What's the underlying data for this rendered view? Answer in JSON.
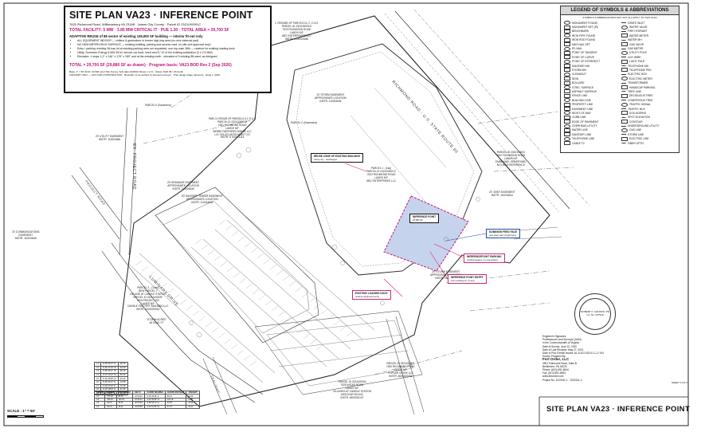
{
  "title_block": {
    "title": "SITE PLAN VA23  ·  INFERENCE POINT",
    "address": "7620 Richmond Road, Williamsburg VA 23188 · James City County · Parcel ID 2321100001C",
    "stats": "TOTAL FACILITY: 5 MW · 3.85 MW CRITICAL IT · PUE 1.30 · TOTAL AREA = 29,700 SF",
    "reuse_head": "ADAPTIVE REUSE of 88 sector of existing 135,000 SF building — interior fit-out only",
    "bullets": [
      "ALL EQUIPMENT INDOOR — chillers & generators in former high-bay area (no new external pad)",
      "NO NEW IMPERVIOUS SURFACE — existing building, parking and access road, no site-civil approval req'd",
      "Entry / parking: existing 36-bay lot at existing parking area not requested; use top main 36th — reserve for existing loading dock",
      "Utility: Dominion Energy 5 MW 35 kV service via local; need and 8 / 10 of the existing substation (2 x 2.5 MW)",
      "Elevation: 1 slope 1.2\" x 146\" x 176\" x 180\" and at the existing north - elevated of 3 existing 88 ward, as designed"
    ],
    "total": "TOTAL = 29,700 SF  (29,880 SF as drawn)   ·   Program basis: VA23 BOD Rev 2 (Sep 2026)",
    "note": "Base: 1\" = 60' ALTA / ACSM Land Title Survey, field date 04/2002 (Sheet 1 of 2) · Datum NAD 83 / VA South\nCONCEPT ONLY — NOT FOR CONSTRUCTION · Boundary to be verified by licensed surveyor · Prior design stage reference · Drwg 1, 2026"
  },
  "legend": {
    "title": "LEGEND OF SYMBOLS & ABBREVIATIONS",
    "subtitle": "SYMBOLS & ABBREVIATIONS MAY NOT ALL APPLY TO THIS PLAN",
    "items": [
      "MONUMENT FOUND",
      "GRATE INLET",
      "MONUMENT SET (IR)",
      "WATER VALVE",
      "BENCHMARK",
      "FIRE HYDRANT",
      "IRON PIPE FOUND",
      "WATER METER",
      "IRON ROD FOUND",
      "WATER MH",
      "MAG NAIL SET",
      "GAS VALVE",
      "PK NAIL",
      "GAS METER",
      "POINT OF TANGENT",
      "UTILITY POLE",
      "POINT OF CURVE",
      "GUY WIRE",
      "POINT OF INTERSECT",
      "LIGHT POLE",
      "SANITARY MH",
      "TELEPHONE MH",
      "STORM MH",
      "TELEPHONE PED",
      "CLEANOUT",
      "ELECTRIC BOX",
      "SIGN",
      "ELECTRIC METER",
      "BOLLARD",
      "TRANSFORMER",
      "CONC. SURFACE",
      "HANDICAP PARKING",
      "ASPHALT SURFACE",
      "TREE LINE",
      "FENCE LINE",
      "DECIDUOUS TREE",
      "BUILDING LINE",
      "CONIFEROUS TREE",
      "PROPERTY LINE",
      "TRAFFIC SIGNAL",
      "EASEMENT LINE",
      "TRAFFIC BOX",
      "RIGHT-OF-WAY",
      "SOIL BORING",
      "CURB LINE",
      "SPOT ELEVATION",
      "EDGE OF PAVEMENT",
      "CONTOUR",
      "OVERHEAD UTILITY",
      "UNDERGROUND UTILITY",
      "WATER LINE",
      "GAS LINE",
      "SANITARY LINE",
      "STORM LINE",
      "TELEPHONE LINE",
      "ELECTRIC LINE",
      "CABLE TV",
      "FIBER OPTIC"
    ]
  },
  "labels": {
    "parcel_top": "1. RESUBD OF PARCELS A, C, D & E\nPARCEL ID 2321100001D\n7620 RICHMOND ROAD\nLANDS N/F\nABC ENTERPRISES LLC\nINSTR. #020021688",
    "parcel1_label": "PARCEL 1 - (1ac)\nPARCEL ID 2321100001C\n7620 RICHMOND ROAD\nLANDS N/F\nABC ENTERPRISES LLC",
    "parcel_left": "PAR-C1 RESUB OF PARCELS A C D & E\nPARCEL ID 2321100001E\n7601 RICHMOND ROAD\nLANDS N/F\nBERNE PARTNERS NORGE LLC\nL/O. 001 ATLANTIS MOIST CO\nINSTR. # 100024114",
    "parcel2": "PARCEL 2 - (14ac)\nNEW PARCEL 2\nVILLAGE AT CANDLE STATION\nPARCEL ID 2321100002F\n7600 PROJECT RD\nLANDS N/F\nCANDLE FACTORY BUILDING LLC\nINSTR. #100029034",
    "storm_area": "STORM ACRES\n46.93 AC FT",
    "parcel_bottom": "PARCEL ID 2321100002\n7625 WICKE ROAD\nLANDS N/F\nVILLAGES AT CANDLE STATION\nASSOCIATION INC\nINSTR. #900032107",
    "parcel_bottom2": "PARCEL ID 2321100002\n7620 RICHMOND ROAD\nLANDS N/F\nPOPLAR CREEK LLC\nINSTR. #000023283",
    "parcel_right": "PARCEL ID 2320100004\n7607 RICHMOND ROAD\nLANDS N/F\nEMMANUEL GRAPEYARD\nNO DEED REFERENCE",
    "easement_top": "10' STORM EASEMENT\nAPPROXIMATE LOCATION\nINSTR. 110024646",
    "drainage_easement": "20' DRAINAGE EASEMENT\nAPPROXIMATE LOCATION\nINSTR. 110024646",
    "parcel_e": "PARCEL E (Easement)",
    "parcel_c": "PARCEL C (Easement)",
    "utility_easement": "20' UTILITY EASEMENT\nINSTR. 110024646",
    "sewer_easement": "20' SANITARY SEWER EASEMENT\nAPPROXIMATE LOCATION\nINSTR. 110024644",
    "comm_easement": "15' COMMUNICATIONS\nEASEMENT\nINSTR. 110024646",
    "easement_right": "20' STORM EASEMENT\nAPPROXIMATE LOCATION\nINSTR. 110024649",
    "easement_right2": "20' JOINT EASEMENT\nINSTR. 110024644"
  },
  "roads": {
    "richmond": "RICHMOND ROAD - U.S. STATE ROUTE 60",
    "ex_project": "EX. PROJECT ROAD",
    "luminary": "LUMINARY DRIVE",
    "project_road": "PROJECT ROAD",
    "tealight": "TEALIGHT"
  },
  "callouts": {
    "reuse": {
      "title": "REUSE ZONE OF EXISTING BUILDING",
      "sub": "roll-up dry - unchanged"
    },
    "inference_point": {
      "title": "INFERENCE POINT",
      "sub": "29,880 SF"
    },
    "dominion": {
      "title": "DOMINION FEED FACE",
      "sub": "new steel yard (rough tiers)"
    },
    "parking": {
      "title": "INFERENCEPOINT PARKING",
      "sub": "existing spaces, no new paving"
    },
    "pointentry": {
      "title": "INFERENCE POINT ENTRY",
      "sub": "from existing lot, no imp."
    },
    "loading": {
      "title": "EXISTING LOADING DOCK",
      "sub": "reserve equipment entry"
    }
  },
  "tables": {
    "curve_rows": [
      [
        "L1",
        "N 45°32'17\" E",
        "38.79'"
      ],
      [
        "L2",
        "N 44°27'43\" W",
        "20.00'"
      ],
      [
        "L3",
        "S 45°32'17\" W",
        "38.79'"
      ],
      [
        "L4",
        "N 47°10'12\" W",
        "55.12'"
      ],
      [
        "L5",
        "S 42°49'48\" W",
        "26.40'"
      ],
      [
        "L6",
        "N 45°32'17\" E",
        "14.08'"
      ],
      [
        "L7",
        "S 44°27'43\" E",
        "71.30'"
      ],
      [
        "L8",
        "N 42°19'03\" E",
        "31.96'"
      ],
      [
        "L9",
        "S 47°40'57\" E",
        "12.50'"
      ]
    ],
    "curve_header": [
      "CURVE",
      "RADIUS",
      "ARC LENGTH",
      "DELTA",
      "CHORD BEARING",
      "CHORD DISTANCE",
      "TANGENT"
    ],
    "curve_data": [
      [
        "C1",
        "275.00'",
        "88.53'",
        "18°26'41\"",
        "N 54°45'38\" E",
        "88.15'",
        "44.65'"
      ],
      [
        "C2",
        "325.00'",
        "104.63'",
        "18°26'41\"",
        "S 54°45'38\" W",
        "104.18'",
        "52.77'"
      ],
      [
        "C3",
        "25.00'",
        "39.27'",
        "90°00'00\"",
        "N 89°32'17\" E",
        "35.36'",
        "25.00'"
      ],
      [
        "C4",
        "50.00'",
        "38.41'",
        "44°00'56\"",
        "S 23°31'49\" W",
        "37.47'",
        "20.21'"
      ]
    ]
  },
  "seal": {
    "name": "ROBERT C. HANSON, PE",
    "lic": "Lic. No. 037918"
  },
  "signature_block": {
    "lines": [
      "Engineer's Signature",
      "Professional Land Surveyor (SAN)",
      "in the Commonwealth of Virginia",
      "Date of Survey: June 22, 2020",
      "Date of Last Revision: May 27, 2021",
      "Date of Plat, Exhibit Issued: AL-5-102-020-01-1-2 / 5/4",
      "Survey Prepared By:"
    ],
    "firm": "Fort Order, LLC",
    "firm_lines": [
      "4901 Fairmount Road, Suite B",
      "Bethlehem, PA 18025",
      "Phone: (610) 691-5644",
      "Fax: (610) 691-5834",
      "www.fortorder.com",
      "Project No. 1020311-1 · 1020311-2"
    ]
  },
  "sheet_number": "SHEET 2 OF 2",
  "bottom_title": "SITE PLAN VA23   ·   INFERENCE POINT",
  "scale": "SCALE : 1\" = 60'",
  "colors": {
    "accent": "#c2187a",
    "callout_pink": "#d5287e",
    "callout_blue": "#1f4fa8",
    "highlight_fill": "#c6d3ec",
    "highlight_stroke": "#c2187a"
  }
}
